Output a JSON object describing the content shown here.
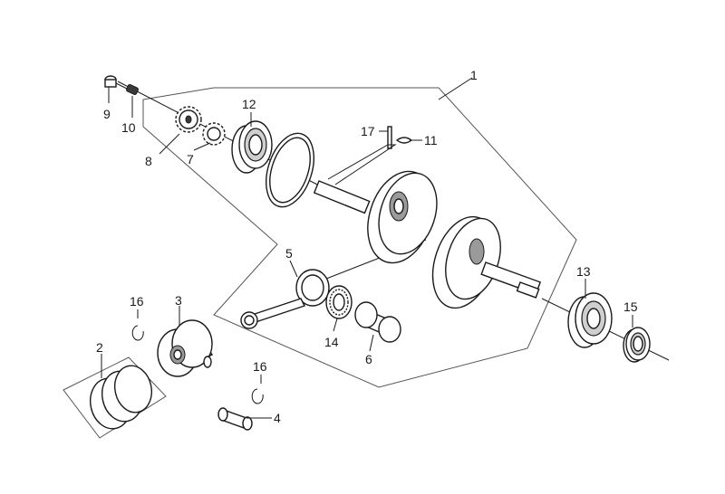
{
  "callouts": {
    "c1": "1",
    "c2": "2",
    "c3": "3",
    "c4": "4",
    "c5": "5",
    "c6": "6",
    "c7": "7",
    "c8": "8",
    "c9": "9",
    "c10": "10",
    "c11": "11",
    "c12": "12",
    "c13": "13",
    "c14": "14",
    "c15": "15",
    "c16a": "16",
    "c16b": "16",
    "c17": "17"
  },
  "colors": {
    "line": "#1a1a1a",
    "shade": "#9a9a9a",
    "background": "#ffffff"
  }
}
